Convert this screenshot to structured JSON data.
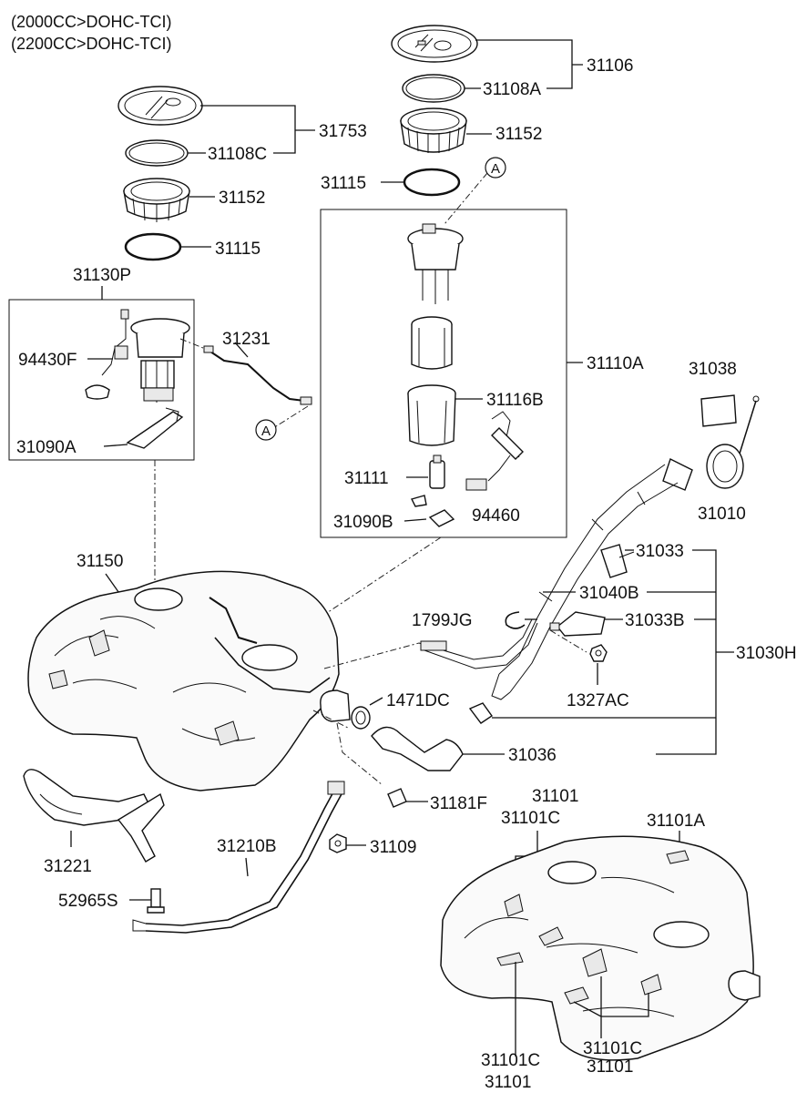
{
  "header": {
    "line1": "(2000CC>DOHC-TCI)",
    "line2": "(2200CC>DOHC-TCI)"
  },
  "ref_marker": "A",
  "parts": {
    "p31106": "31106",
    "p31108A": "31108A",
    "p31152_right": "31152",
    "p31115_right": "31115",
    "p31753": "31753",
    "p31108C": "31108C",
    "p31152_left": "31152",
    "p31115_left": "31115",
    "p31130P": "31130P",
    "p94430F": "94430F",
    "p31231": "31231",
    "p31090A": "31090A",
    "p31110A": "31110A",
    "p31116B": "31116B",
    "p31111": "31111",
    "p94460": "94460",
    "p31090B": "31090B",
    "p31038": "31038",
    "p31010": "31010",
    "p31150": "31150",
    "p31033": "31033",
    "p31040B": "31040B",
    "p1799JG": "1799JG",
    "p31033B": "31033B",
    "p31030H": "31030H",
    "p1327AC": "1327AC",
    "p1471DC": "1471DC",
    "p31036": "31036",
    "p31181F": "31181F",
    "p31101_top": "31101",
    "p31101C_top": "31101C",
    "p31101A": "31101A",
    "p31221": "31221",
    "p31210B": "31210B",
    "p31109": "31109",
    "p52965S": "52965S",
    "p31101C_bl": "31101C",
    "p31101_bl": "31101",
    "p31101C_br": "31101C",
    "p31101_br": "31101"
  }
}
